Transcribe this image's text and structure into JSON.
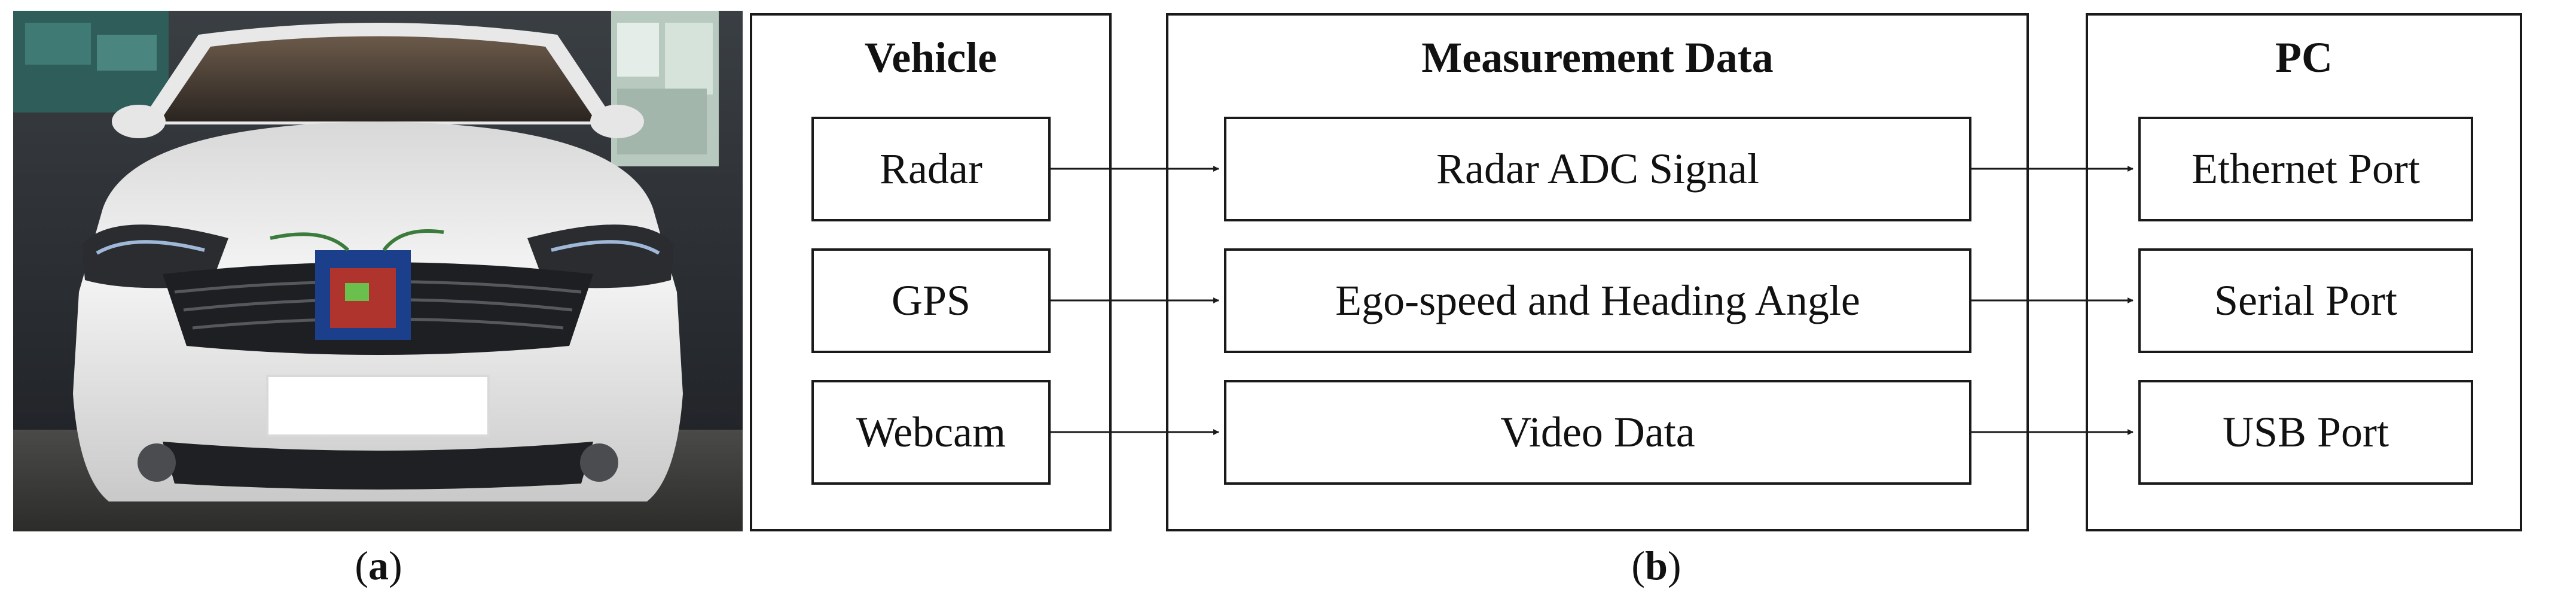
{
  "panel_a": {
    "caption_letter": "a"
  },
  "panel_b": {
    "caption_letter": "b",
    "groups": {
      "vehicle": "Vehicle",
      "measurement": "Measurement Data",
      "pc": "PC"
    },
    "rows": [
      {
        "source": "Radar",
        "data": "Radar ADC Signal",
        "port": "Ethernet Port"
      },
      {
        "source": "GPS",
        "data": "Ego-speed and Heading Angle",
        "port": "Serial Port"
      },
      {
        "source": "Webcam",
        "data": "Video Data",
        "port": "USB Port"
      }
    ]
  },
  "colors": {
    "line": "#1a1a1a",
    "car_body": "#f2f2f2",
    "background_dark": "#2b2e33",
    "wall_teal": "#2e5d5a"
  }
}
